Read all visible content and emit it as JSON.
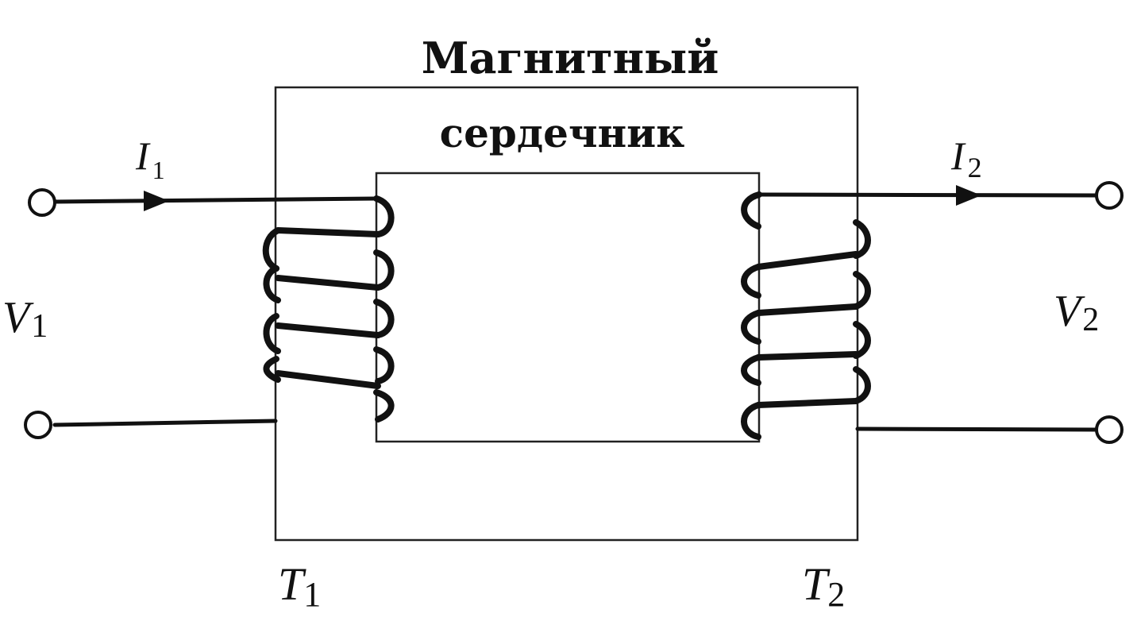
{
  "diagram": {
    "core_title_line1": "Магнитный",
    "core_title_line2": "сердечник",
    "current_primary": {
      "letter": "I",
      "sub": "1"
    },
    "current_secondary": {
      "letter": "I",
      "sub": "2"
    },
    "voltage_primary": {
      "letter": "V",
      "sub": "1"
    },
    "voltage_secondary": {
      "letter": "V",
      "sub": "2"
    },
    "terminal_primary": {
      "letter": "T",
      "sub": "1"
    },
    "terminal_secondary": {
      "letter": "T",
      "sub": "2"
    },
    "primary_turns": 5,
    "secondary_turns": 5
  }
}
